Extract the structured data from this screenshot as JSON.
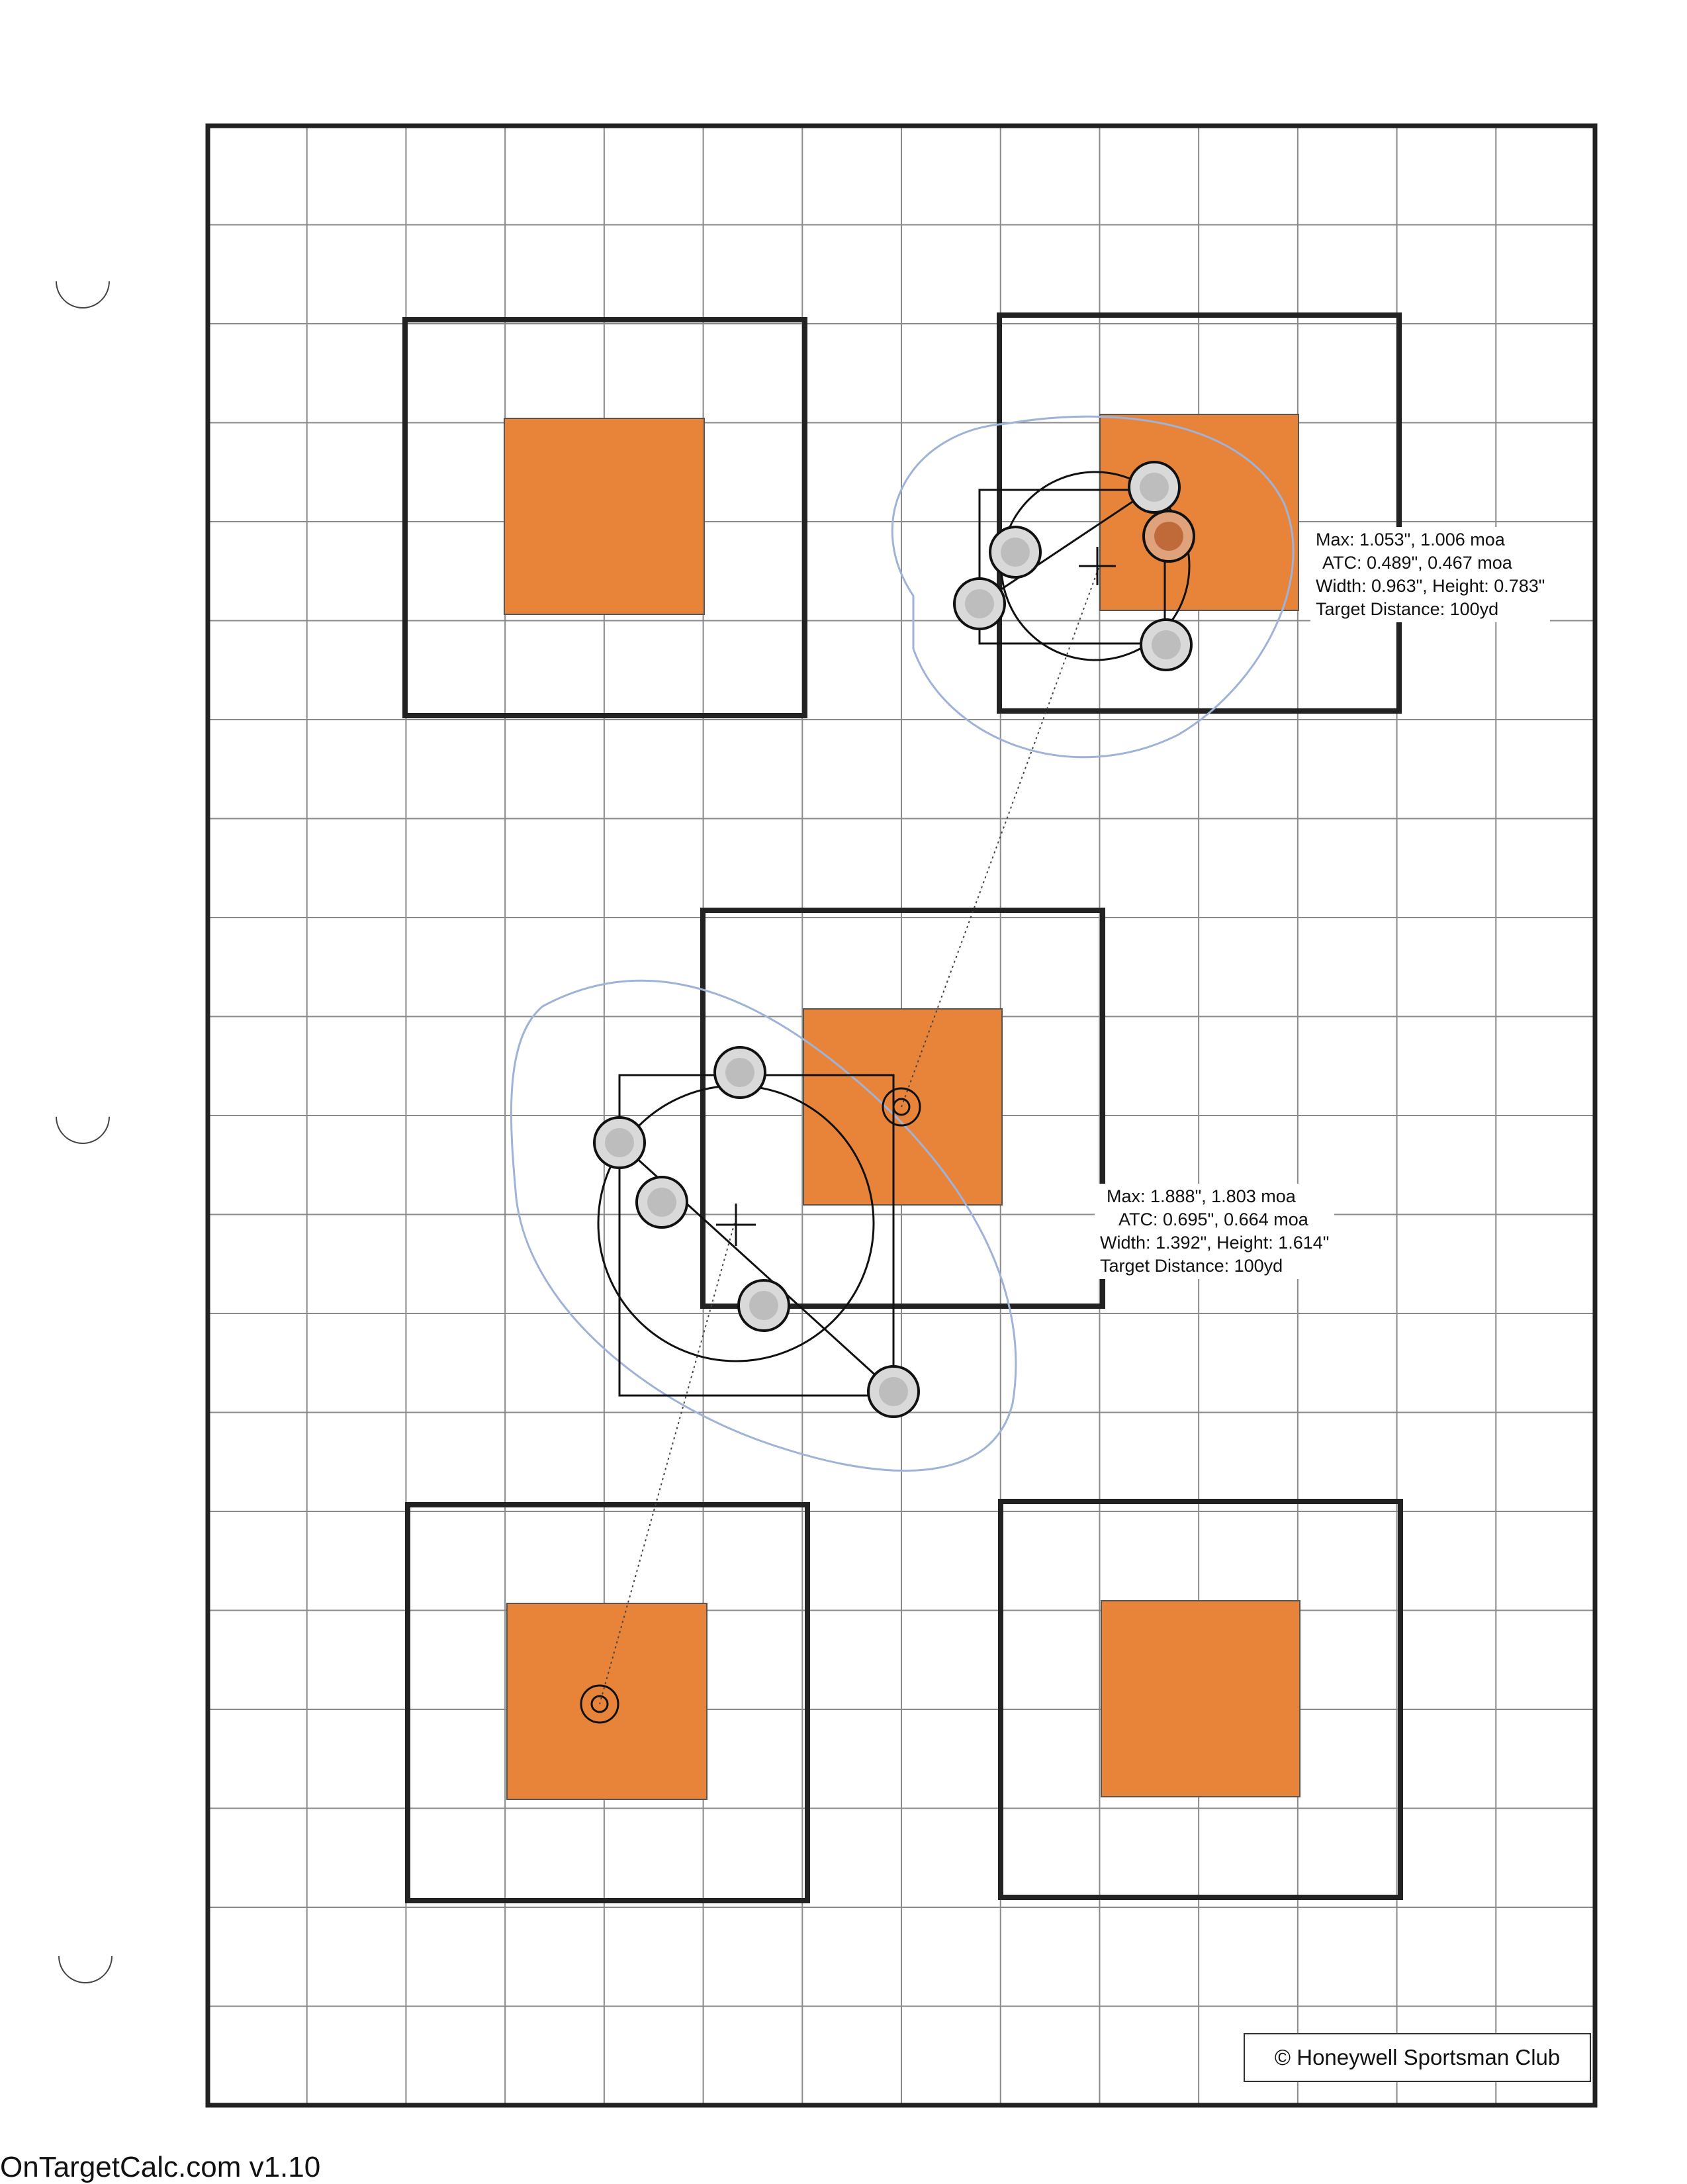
{
  "grid": {
    "columns": 14,
    "rows": 20,
    "line_color": "#8a8a8a",
    "border_color": "#222222"
  },
  "colors": {
    "target_fill": "#e8843a",
    "pencil": "#9fb3d8"
  },
  "groups": [
    {
      "id": "upper-right",
      "stats": [
        "Max: 1.053\", 1.006 moa",
        "ATC: 0.489\", 0.467 moa",
        "Width: 0.963\", Height: 0.783\"",
        "Target Distance: 100yd"
      ]
    },
    {
      "id": "center",
      "stats": [
        "Max: 1.888\", 1.803 moa",
        "ATC: 0.695\", 0.664 moa",
        "Width: 1.392\", Height: 1.614\"",
        "Target Distance: 100yd"
      ]
    }
  ],
  "copyright": "© Honeywell Sportsman Club",
  "footer": "OnTargetCalc.com  v1.10"
}
